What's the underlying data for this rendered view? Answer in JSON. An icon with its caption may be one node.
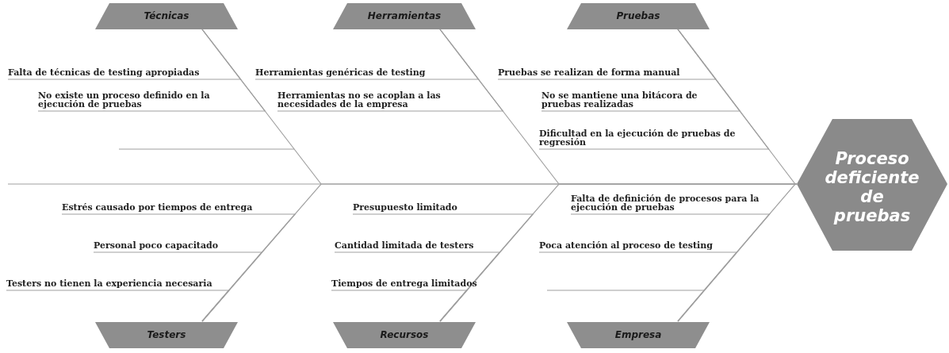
{
  "diagram": {
    "nodes": [
      {
        "text": [
          "Técnicas"
        ]
      },
      {
        "text": [
          "Falta de técnicas de testing apropiadas"
        ]
      },
      {
        "text": [
          "No existe un proceso definido en la ejecución de pruebas"
        ]
      },
      {
        "text": [
          "Herramientas"
        ]
      },
      {
        "text": [
          "Herramientas genéricas de testing"
        ]
      },
      {
        "text": [
          "Herramientas no se acoplan a las necesidades de la empresa"
        ]
      },
      {
        "text": [
          "Pruebas"
        ]
      },
      {
        "text": [
          "Pruebas se realizan de forma manual"
        ]
      },
      {
        "text": [
          "No se mantiene una bitácora de pruebas realizadas"
        ]
      },
      {
        "text": [
          "Dificultad en la ejecución de pruebas de regresión"
        ]
      },
      {
        "text": [
          "Testers"
        ]
      },
      {
        "text": [
          "Estrés causado por tiempos de entrega"
        ]
      },
      {
        "text": [
          "Personal poco capacitado"
        ]
      },
      {
        "text": [
          "Testers no tienen la experiencia necesaria"
        ]
      },
      {
        "text": [
          "Recursos"
        ]
      },
      {
        "text": [
          "Presupuesto limitado"
        ]
      },
      {
        "text": [
          "Cantidad limitada de testers"
        ]
      },
      {
        "text": [
          "Tiempos de entrega limitados"
        ]
      },
      {
        "text": [
          "Empresa"
        ]
      },
      {
        "text": [
          "Falta de definición de procesos para la ejecución de pruebas"
        ]
      },
      {
        "text": [
          "Poca atención al proceso de testing"
        ]
      },
      {
        "text": [
          "Proceso deficiente de pruebas"
        ]
      }
    ],
    "edges": [
      {
        "from": 1,
        "to": 0,
        "arrow": "none"
      },
      {
        "from": 2,
        "to": 0,
        "arrow": "none"
      },
      {
        "from": 4,
        "to": 3,
        "arrow": "none"
      },
      {
        "from": 5,
        "to": 3,
        "arrow": "none"
      },
      {
        "from": 7,
        "to": 6,
        "arrow": "none"
      },
      {
        "from": 8,
        "to": 6,
        "arrow": "none"
      },
      {
        "from": 9,
        "to": 6,
        "arrow": "none"
      },
      {
        "from": 11,
        "to": 10,
        "arrow": "none"
      },
      {
        "from": 12,
        "to": 10,
        "arrow": "none"
      },
      {
        "from": 13,
        "to": 10,
        "arrow": "none"
      },
      {
        "from": 15,
        "to": 14,
        "arrow": "none"
      },
      {
        "from": 16,
        "to": 14,
        "arrow": "none"
      },
      {
        "from": 17,
        "to": 14,
        "arrow": "none"
      },
      {
        "from": 19,
        "to": 18,
        "arrow": "none"
      },
      {
        "from": 20,
        "to": 18,
        "arrow": "none"
      },
      {
        "from": 0,
        "to": 21,
        "arrow": "none"
      },
      {
        "from": 3,
        "to": 21,
        "arrow": "none"
      },
      {
        "from": 6,
        "to": 21,
        "arrow": "none"
      },
      {
        "from": 10,
        "to": 21,
        "arrow": "none"
      },
      {
        "from": 14,
        "to": 21,
        "arrow": "none"
      },
      {
        "from": 18,
        "to": 21,
        "arrow": "none"
      }
    ]
  }
}
